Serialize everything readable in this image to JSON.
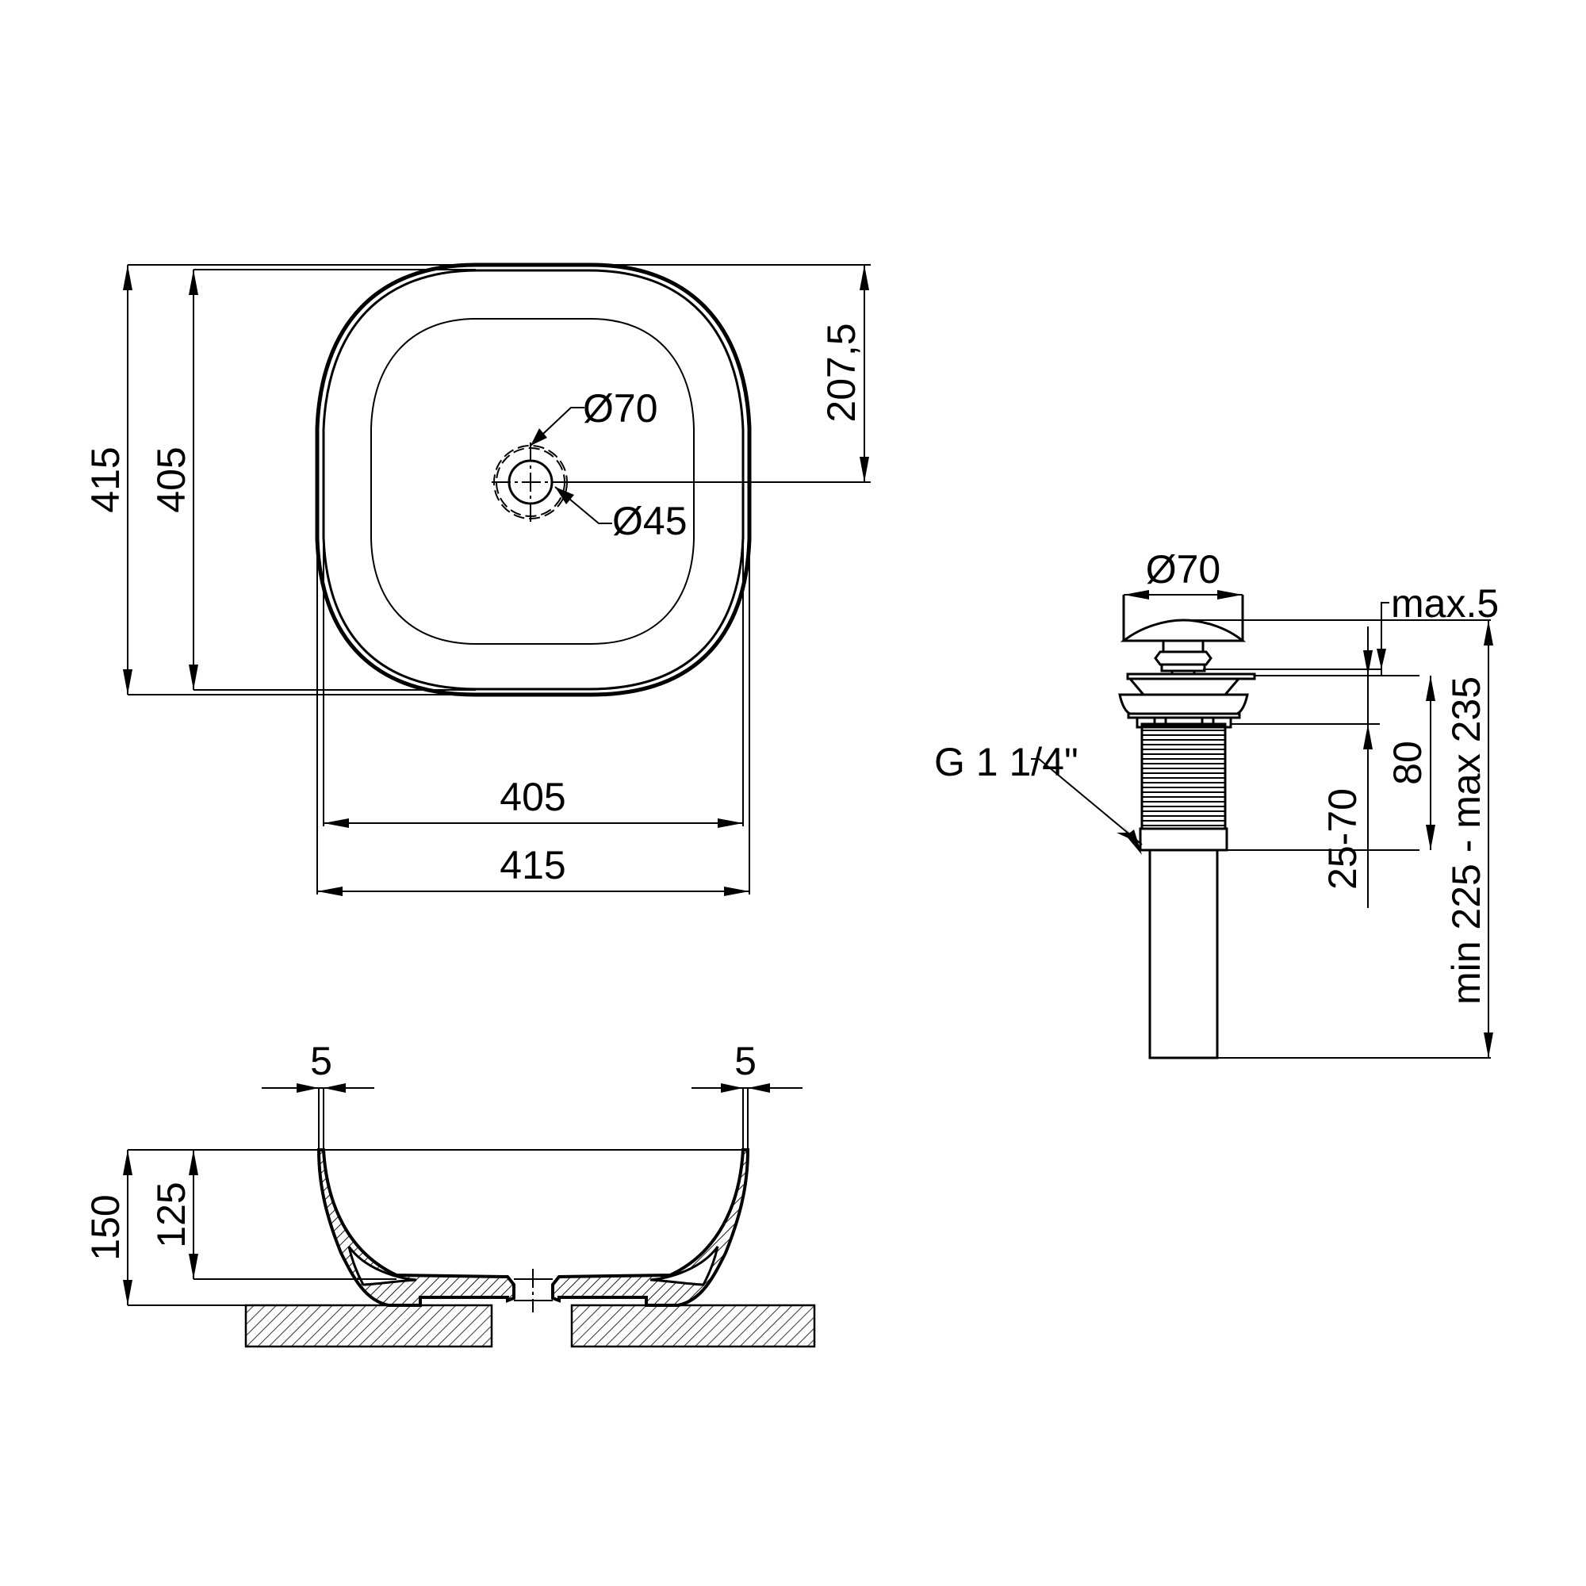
{
  "drawing": {
    "title": "Countertop washbasin technical drawing",
    "units": "mm",
    "line_color": "#000000",
    "background": "#ffffff"
  },
  "top_view": {
    "dims": {
      "outer_height": "415",
      "inner_height": "405",
      "drain_offset": "207,5",
      "drain_outer_dia": "Ø70",
      "drain_inner_dia": "Ø45",
      "inner_width": "405",
      "outer_width": "415"
    }
  },
  "side_view": {
    "dims": {
      "wall_left": "5",
      "wall_right": "5",
      "total_height": "150",
      "bowl_depth": "125"
    }
  },
  "drain_assembly": {
    "dims": {
      "cap_dia": "Ø70",
      "cap_gap": "max.5",
      "thread": "G 1 1/4\"",
      "body_length": "80",
      "clamp_range": "25-70",
      "total_length": "min 225 - max 235"
    }
  }
}
